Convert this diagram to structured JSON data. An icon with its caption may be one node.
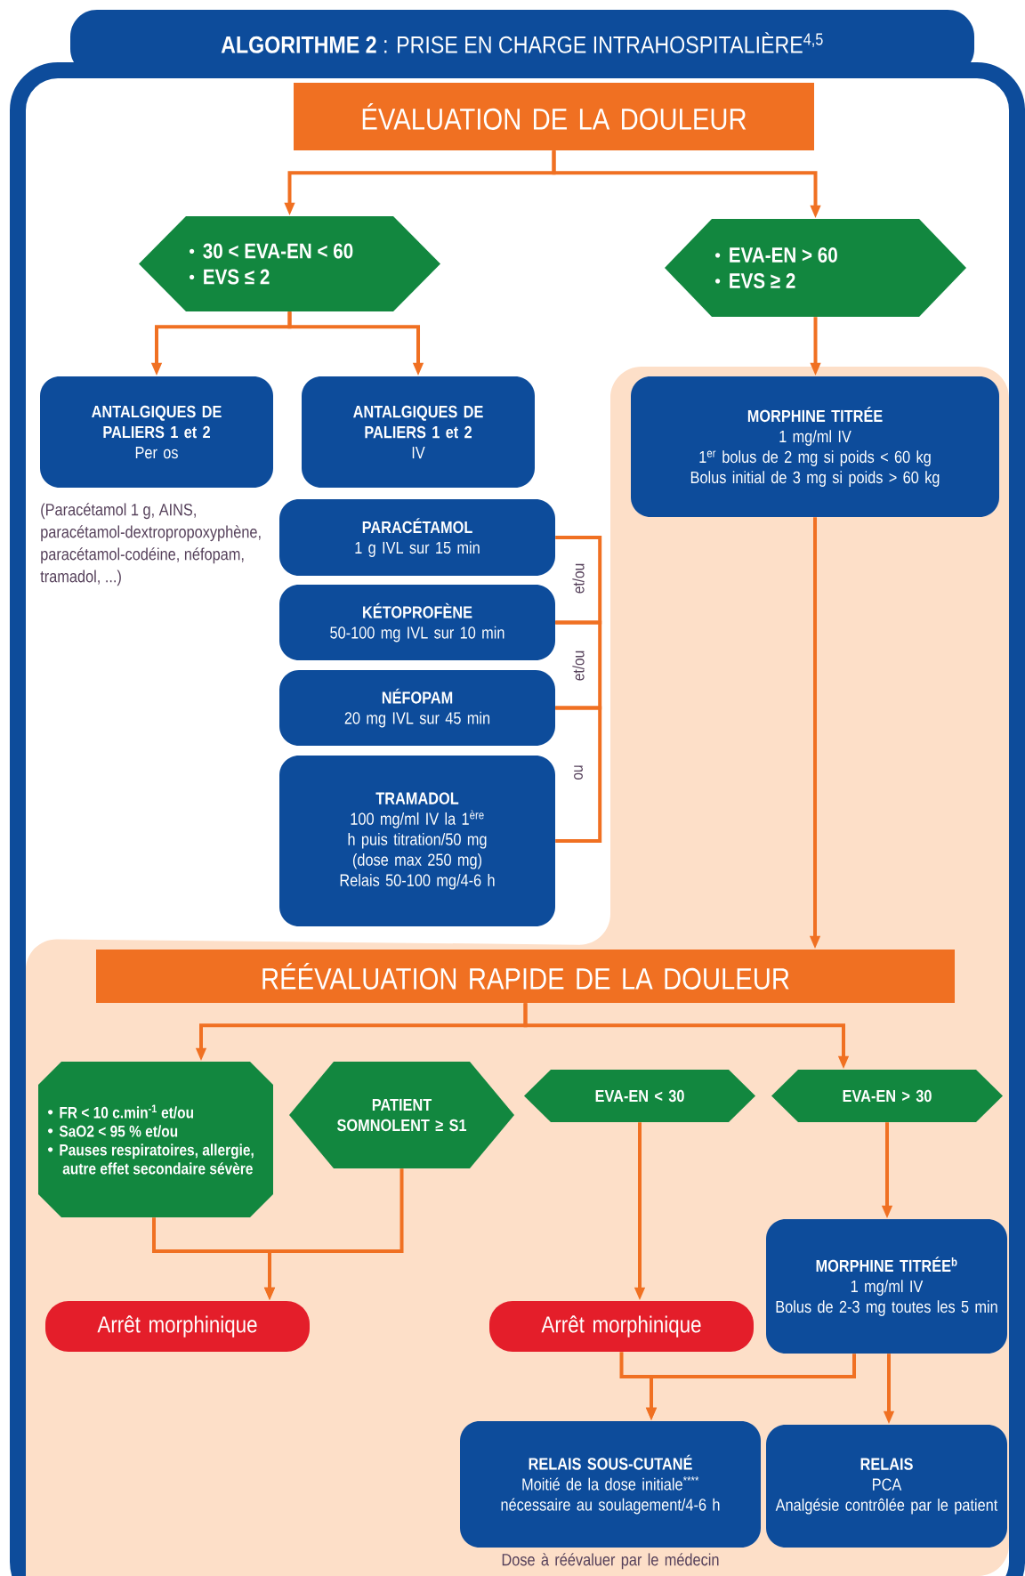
{
  "diagram": {
    "title": "**ALGORITHME 2** : PRISE EN CHARGE INTRAHOSPITALIÈRE$^{4,5}$",
    "nodes": [
      {
        "text": [
          "ÉVALUATION DE LA DOULEUR"
        ]
      },
      {
        "text": [
          "30 < EVA-EN < 60",
          "EVS ≤ 2"
        ]
      },
      {
        "text": [
          "EVA-EN > 60",
          "EVS ≥ 2"
        ]
      },
      {
        "text": [
          "ANTALGIQUES DE PALIERS 1 et 2",
          "Per os"
        ],
        "beside": [
          "(Paracétamol 1 g, AINS, paracétamol-dextropropoxyphène, paracétamol-codéine, néfopam, tramadol, ...)"
        ]
      },
      {
        "text": [
          "ANTALGIQUES DE PALIERS 1 et 2",
          "IV"
        ]
      },
      {
        "text": [
          "PARACÉTAMOL",
          "1 g IVL sur 15 min"
        ]
      },
      {
        "text": [
          "KÉTOPROFÈNE",
          "50-100 mg IVL sur 10 min"
        ]
      },
      {
        "text": [
          "NÉFOPAM",
          "20 mg IVL sur 45 min"
        ]
      },
      {
        "text": [
          "TRAMADOL",
          "100 mg/ml IV la 1$^{ère}$ h puis titration/50 mg",
          "(dose max 250 mg)",
          "Relais 50-100 mg/4-6 h"
        ]
      },
      {
        "text": [
          "MORPHINE TITRÉE",
          "1 mg/ml IV",
          "1$^{er}$ bolus de 2 mg si poids < 60 kg",
          "Bolus initial de 3 mg si poids > 60 kg"
        ]
      },
      {
        "text": [
          "RÉÉVALUATION RAPIDE DE LA DOULEUR"
        ]
      },
      {
        "text": [
          "FR < 10 c.min$^{-1}$ et/ou",
          "SaO2 < 95 % et/ou",
          "Pauses respiratoires, allergie, autre effet secondaire sévère"
        ]
      },
      {
        "text": [
          "PATIENT SOMNOLENT ≥ S1"
        ]
      },
      {
        "text": [
          "EVA-EN < 30"
        ]
      },
      {
        "text": [
          "EVA-EN > 30"
        ]
      },
      {
        "text": [
          "Arrêt morphinique"
        ]
      },
      {
        "text": [
          "Arrêt morphinique"
        ]
      },
      {
        "text": [
          "MORPHINE TITRÉE$^{b}$",
          "1 mg/ml IV",
          "Bolus de 2-3 mg toutes les 5 min"
        ]
      },
      {
        "text": [
          "RELAIS SOUS-CUTANÉ",
          "Moitié de la dose initiale$^{****}$ nécessaire au soulagement/4-6 h"
        ],
        "beside": [
          "Dose à réévaluer par le médecin"
        ]
      },
      {
        "text": [
          "RELAIS",
          "PCA",
          "Analgésie contrôlée par le patient"
        ]
      }
    ],
    "edges": [
      {
        "from": 0,
        "to": 1,
        "arrow": "to"
      },
      {
        "from": 0,
        "to": 2,
        "arrow": "to"
      },
      {
        "from": 1,
        "to": 3,
        "arrow": "to"
      },
      {
        "from": 1,
        "to": 4,
        "arrow": "to"
      },
      {
        "from": 2,
        "to": 9,
        "arrow": "to"
      },
      {
        "from": 9,
        "to": 10,
        "arrow": "to"
      },
      {
        "from": 10,
        "to": 11,
        "arrow": "to"
      },
      {
        "from": 10,
        "to": 14,
        "arrow": "to"
      },
      {
        "from": 11,
        "to": 15,
        "arrow": "to"
      },
      {
        "from": 12,
        "to": 15,
        "arrow": "to"
      },
      {
        "from": 13,
        "to": 16,
        "arrow": "to"
      },
      {
        "from": 14,
        "to": 17,
        "arrow": "to"
      },
      {
        "from": 16,
        "to": 18,
        "arrow": "to"
      },
      {
        "from": 17,
        "to": 18,
        "arrow": "to"
      },
      {
        "from": 17,
        "to": 19,
        "arrow": "to"
      },
      {
        "from": 5,
        "to": 6,
        "arrow": "none",
        "label": "et/ou"
      },
      {
        "from": 6,
        "to": 7,
        "arrow": "none",
        "label": "et/ou"
      },
      {
        "from": 7,
        "to": 8,
        "arrow": "none",
        "label": "ou"
      }
    ]
  }
}
